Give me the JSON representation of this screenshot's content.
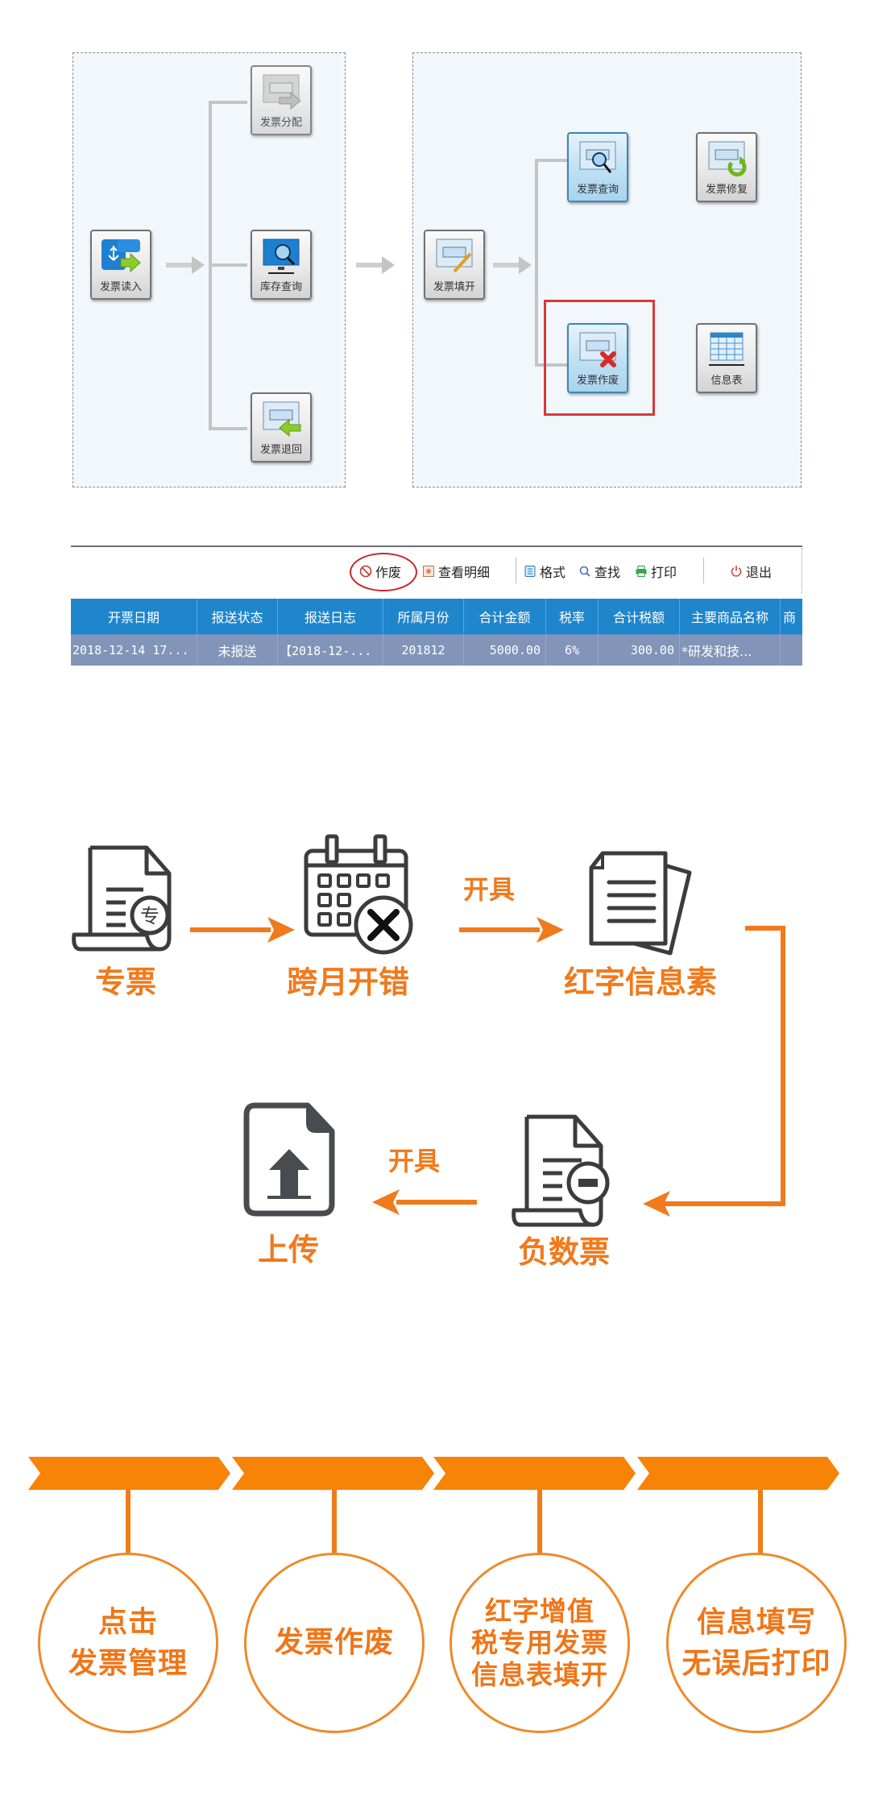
{
  "section1": {
    "panel_left": {
      "source": {
        "label": "发票读入",
        "icon": "usb-read-icon"
      },
      "targets": [
        {
          "label": "发票分配",
          "icon": "invoice-distribute-icon"
        },
        {
          "label": "库存查询",
          "icon": "stock-query-icon"
        },
        {
          "label": "发票退回",
          "icon": "invoice-return-icon"
        }
      ]
    },
    "panel_right": {
      "source": {
        "label": "发票填开",
        "icon": "invoice-fill-icon"
      },
      "targets": [
        {
          "label": "发票查询",
          "icon": "invoice-query-icon"
        },
        {
          "label": "发票修复",
          "icon": "invoice-repair-icon"
        },
        {
          "label": "发票作废",
          "icon": "invoice-void-icon",
          "highlighted": true
        },
        {
          "label": "信息表",
          "icon": "info-table-icon"
        }
      ]
    }
  },
  "toolbar": {
    "buttons": [
      {
        "label": "作废",
        "icon": "void-icon",
        "highlighted": true
      },
      {
        "label": "查看明细",
        "icon": "view-detail-icon"
      },
      {
        "label": "格式",
        "icon": "format-icon"
      },
      {
        "label": "查找",
        "icon": "search-icon"
      },
      {
        "label": "打印",
        "icon": "print-icon"
      },
      {
        "label": "退出",
        "icon": "power-icon"
      }
    ]
  },
  "table": {
    "columns": [
      "开票日期",
      "报送状态",
      "报送日志",
      "所属月份",
      "合计金额",
      "税率",
      "合计税额",
      "主要商品名称",
      "商"
    ],
    "rows": [
      [
        "2018-12-14 17...",
        "未报送",
        "【2018-12-...",
        "201812",
        "5000.00",
        "6%",
        "300.00",
        "*研发和技...",
        ""
      ]
    ]
  },
  "flow": {
    "nodes": [
      {
        "label": "专票",
        "icon": "special-invoice-icon"
      },
      {
        "label": "跨月开错",
        "icon": "calendar-error-icon"
      },
      {
        "label": "红字信息素",
        "icon": "documents-icon"
      },
      {
        "label": "负数票",
        "icon": "negative-invoice-icon"
      },
      {
        "label": "上传",
        "icon": "upload-file-icon"
      }
    ],
    "edge_labels": [
      "开具",
      "开具"
    ],
    "accent_color": "#f07a1c"
  },
  "steps": [
    {
      "lines": [
        "点击",
        "发票管理"
      ]
    },
    {
      "lines": [
        "发票作废"
      ]
    },
    {
      "lines": [
        "红字增值",
        "税专用发票",
        "信息表填开"
      ]
    },
    {
      "lines": [
        "信息填写",
        "无误后打印"
      ]
    }
  ],
  "colors": {
    "orange": "#f08010",
    "table_header": "#1f86cc",
    "table_row": "#8294b8",
    "highlight_red": "#d9383c"
  }
}
